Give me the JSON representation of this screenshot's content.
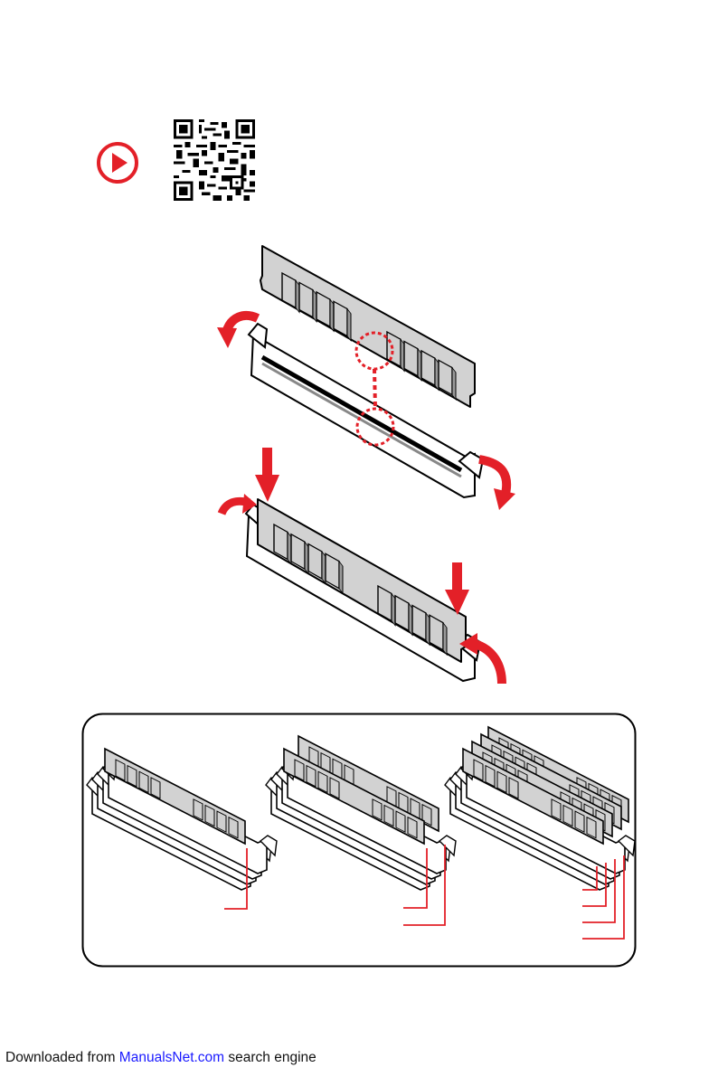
{
  "video": {
    "play_icon": "play-circle-icon",
    "qr_icon": "qr-code-icon"
  },
  "colors": {
    "accent": "#e32028",
    "module_fill": "#d2d2d2",
    "outline": "#000000"
  },
  "footer": {
    "prefix": "Downloaded from ",
    "link_text": "ManualsNet.com",
    "suffix": " search engine",
    "link_color": "#1a1aff"
  }
}
